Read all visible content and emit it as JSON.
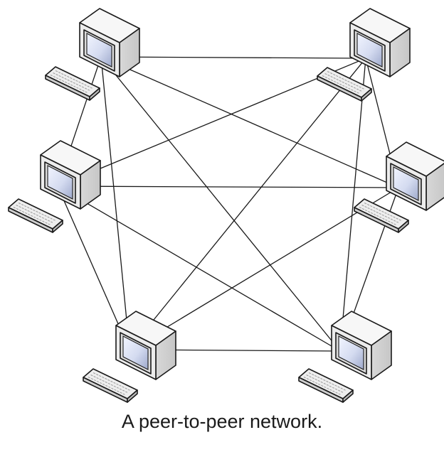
{
  "caption": "A peer-to-peer network.",
  "colors": {
    "line": "#1a1a1a",
    "case_front": "#ececec",
    "case_top": "#f7f7f7",
    "case_side": "#c6c6c6",
    "screen_light": "#f2f5ff",
    "screen_dark": "#9ea9cc",
    "keyboard": "#eeeeee"
  },
  "nodes": [
    {
      "id": "top-left",
      "icon": "desktop-computer-icon",
      "keyboard_icon": "keyboard-icon"
    },
    {
      "id": "top-right",
      "icon": "desktop-computer-icon",
      "keyboard_icon": "keyboard-icon"
    },
    {
      "id": "middle-left",
      "icon": "desktop-computer-icon",
      "keyboard_icon": "keyboard-icon"
    },
    {
      "id": "middle-right",
      "icon": "desktop-computer-icon",
      "keyboard_icon": "keyboard-icon"
    },
    {
      "id": "bottom-left",
      "icon": "desktop-computer-icon",
      "keyboard_icon": "keyboard-icon"
    },
    {
      "id": "bottom-right",
      "icon": "desktop-computer-icon",
      "keyboard_icon": "keyboard-icon"
    }
  ],
  "links": [
    [
      "top-left",
      "top-right"
    ],
    [
      "top-left",
      "middle-left"
    ],
    [
      "top-left",
      "middle-right"
    ],
    [
      "top-left",
      "bottom-left"
    ],
    [
      "top-left",
      "bottom-right"
    ],
    [
      "top-right",
      "middle-left"
    ],
    [
      "top-right",
      "middle-right"
    ],
    [
      "top-right",
      "bottom-left"
    ],
    [
      "top-right",
      "bottom-right"
    ],
    [
      "middle-left",
      "middle-right"
    ],
    [
      "middle-left",
      "bottom-left"
    ],
    [
      "middle-left",
      "bottom-right"
    ],
    [
      "middle-right",
      "bottom-left"
    ],
    [
      "middle-right",
      "bottom-right"
    ],
    [
      "bottom-left",
      "bottom-right"
    ]
  ]
}
